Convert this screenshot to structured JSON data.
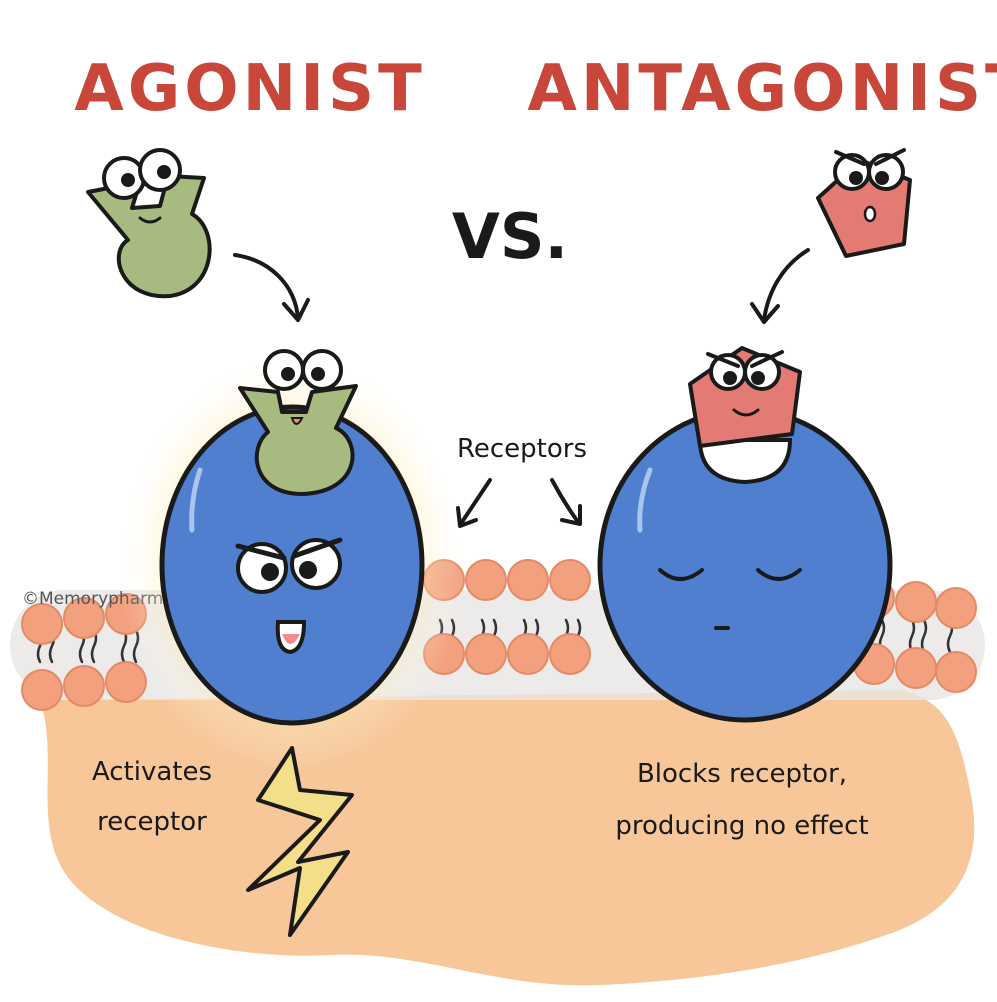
{
  "titles": {
    "agonist": "AGONIST",
    "antagonist": "ANTAGONIST",
    "versus": "VS."
  },
  "labels": {
    "receptors": "Receptors",
    "agonist_effect_line1": "Activates",
    "agonist_effect_line2": "receptor",
    "antagonist_effect_line1": "Blocks receptor,",
    "antagonist_effect_line2": "producing no effect"
  },
  "watermark": "©Memorypharm",
  "colors": {
    "title": "#c8463a",
    "receptor": "#4f7fce",
    "agonist": "#a7bb80",
    "antagonist": "#e37a74",
    "membrane_head": "#f2a07e",
    "cytoplasm": "#f7c79a",
    "lightning": "#f3df8a"
  },
  "icons": [
    "arrow-icon",
    "lightning-icon",
    "face-icon"
  ]
}
